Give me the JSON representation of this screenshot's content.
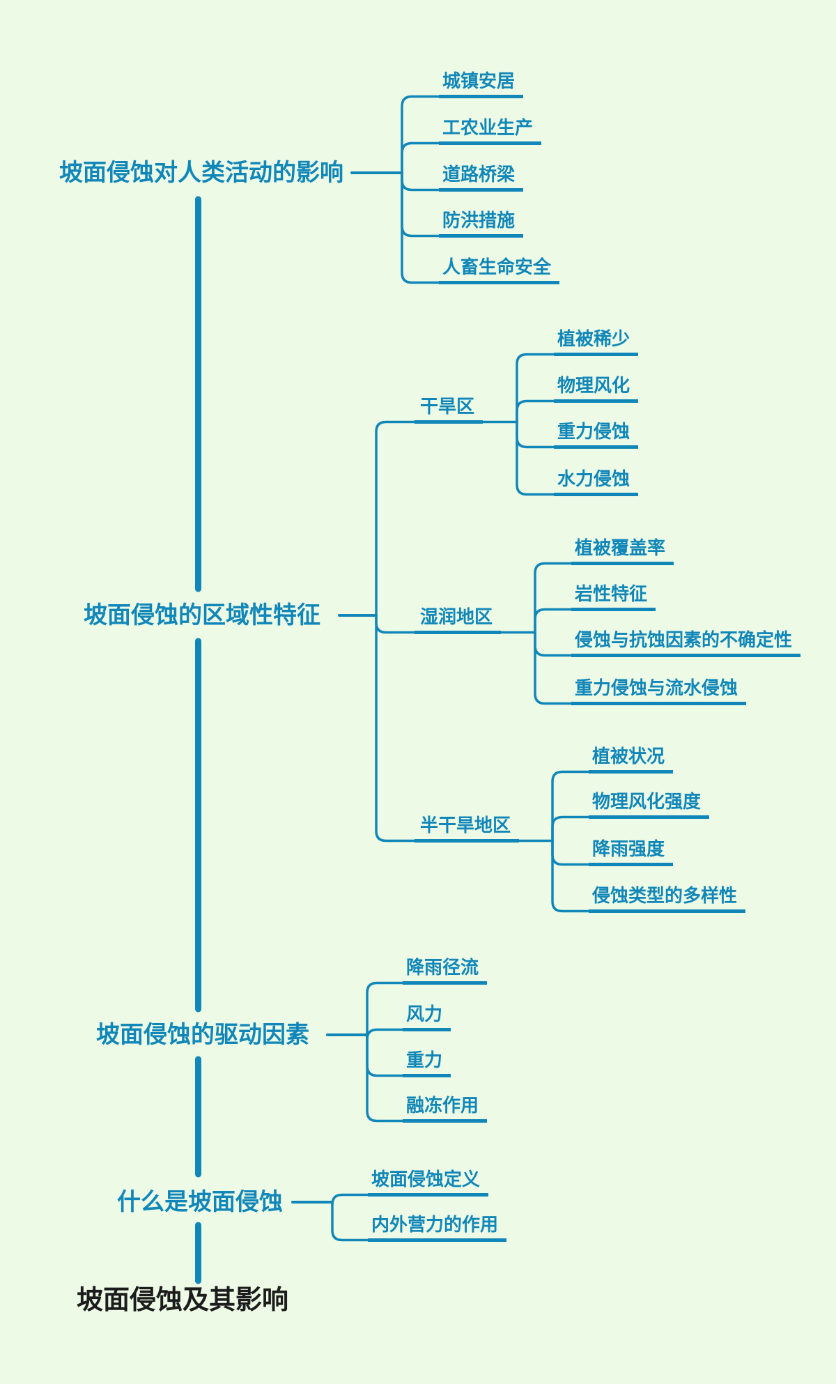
{
  "title": "坡面侵蚀及其影响",
  "colors": {
    "background": "#edfae6",
    "line": "#1187b9",
    "node_text": "#1187b9",
    "root_text": "#1c1c1c"
  },
  "root": {
    "label": "坡面侵蚀及其影响"
  },
  "branches": [
    {
      "label": "坡面侵蚀对人类活动的影响",
      "children": [
        "城镇安居",
        "工农业生产",
        "道路桥梁",
        "防洪措施",
        "人畜生命安全"
      ]
    },
    {
      "label": "坡面侵蚀的区域性特征",
      "children": [
        {
          "label": "干旱区",
          "children": [
            "植被稀少",
            "物理风化",
            "重力侵蚀",
            "水力侵蚀"
          ]
        },
        {
          "label": "湿润地区",
          "children": [
            "植被覆盖率",
            "岩性特征",
            "侵蚀与抗蚀因素的不确定性",
            "重力侵蚀与流水侵蚀"
          ]
        },
        {
          "label": "半干旱地区",
          "children": [
            "植被状况",
            "物理风化强度",
            "降雨强度",
            "侵蚀类型的多样性"
          ]
        }
      ]
    },
    {
      "label": "坡面侵蚀的驱动因素",
      "children": [
        "降雨径流",
        "风力",
        "重力",
        "融冻作用"
      ]
    },
    {
      "label": "什么是坡面侵蚀",
      "children": [
        "坡面侵蚀定义",
        "内外营力的作用"
      ]
    }
  ]
}
